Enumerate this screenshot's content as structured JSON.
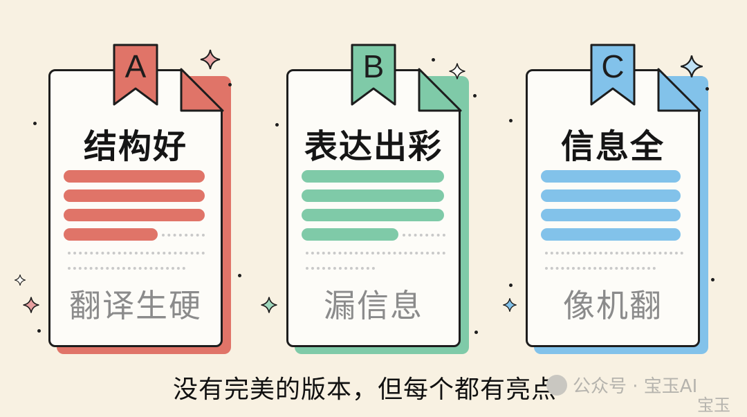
{
  "colors": {
    "a": "#e07468",
    "b": "#7fcaa8",
    "c": "#82c2ea"
  },
  "cards": [
    {
      "letter": "A",
      "title": "结构好",
      "weakness": "翻译生硬"
    },
    {
      "letter": "B",
      "title": "表达出彩",
      "weakness": "漏信息"
    },
    {
      "letter": "C",
      "title": "信息全",
      "weakness": "像机翻"
    }
  ],
  "caption": "没有完美的版本，但每个都有亮点",
  "watermark": {
    "text": "公众号 · 宝玉AI",
    "sub": "宝玉"
  }
}
